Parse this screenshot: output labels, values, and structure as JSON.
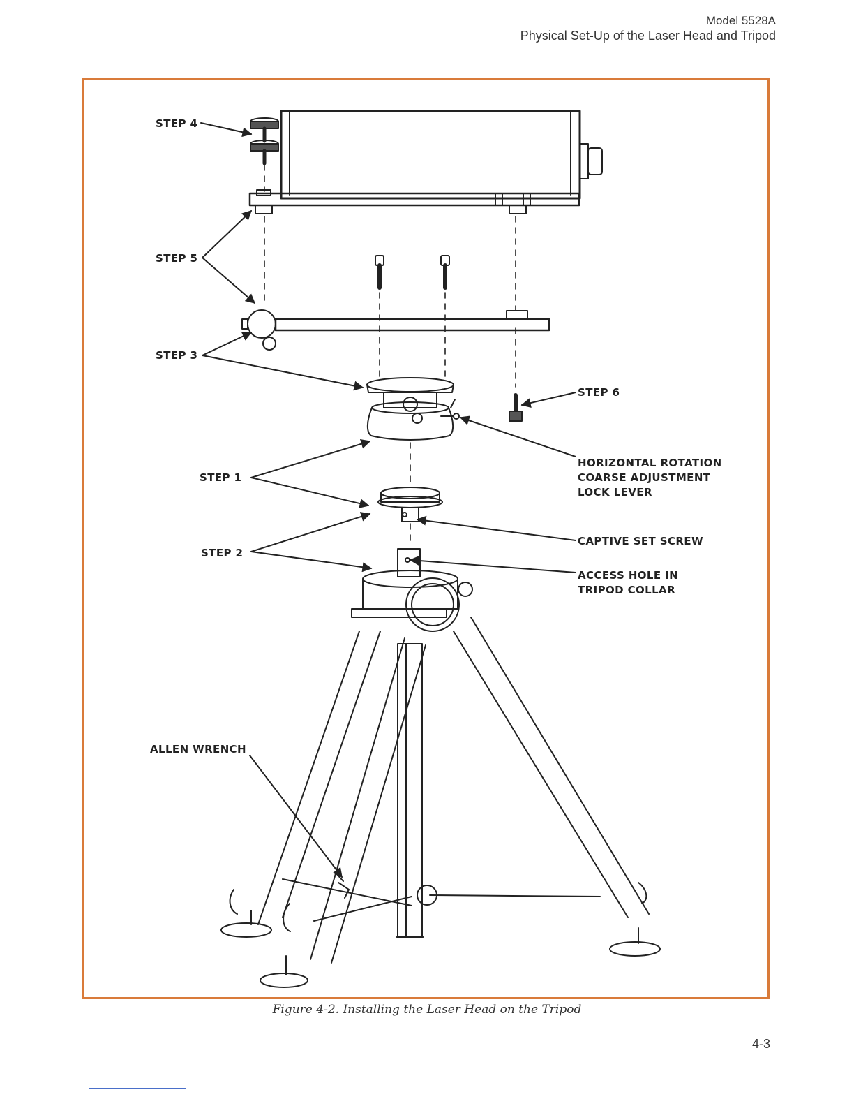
{
  "header": {
    "model": "Model 5528A",
    "section_title": "Physical Set-Up of the Laser Head and Tripod"
  },
  "figure": {
    "labels": {
      "step4": "STEP 4",
      "step5": "STEP 5",
      "step3": "STEP 3",
      "step6": "STEP 6",
      "step1": "STEP 1",
      "step2": "STEP 2",
      "horizontal_line1": "HORIZONTAL ROTATION",
      "horizontal_line2": "COARSE ADJUSTMENT",
      "horizontal_line3": "LOCK LEVER",
      "captive": "CAPTIVE SET SCREW",
      "access_line1": "ACCESS HOLE IN",
      "access_line2": "TRIPOD COLLAR",
      "allen": "ALLEN WRENCH"
    },
    "caption": "Figure 4-2. Installing the Laser Head on the Tripod"
  },
  "footer": {
    "page_number": "4-3"
  },
  "colors": {
    "frame_border": "#d97b3a",
    "line_art": "#222222",
    "footer_rule": "#4a6fc9"
  }
}
